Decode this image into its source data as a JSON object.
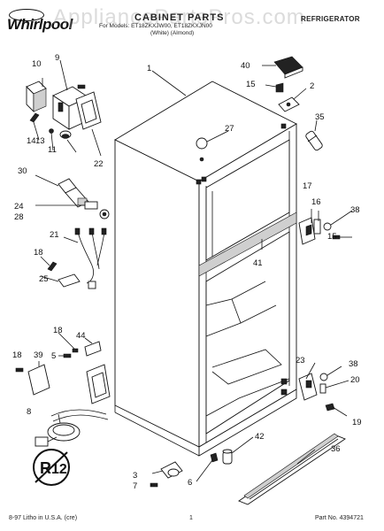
{
  "header": {
    "brand_logo": "Whirlpool",
    "watermark": "AppliancePartsPros.com",
    "title": "CABINET PARTS",
    "subtitle": "For Models: ET18ZKXJW00, ET18ZKXJN00",
    "variants": "(White)     (Almond)",
    "category": "REFRIGERATOR"
  },
  "callouts": [
    "1",
    "2",
    "3",
    "5",
    "6",
    "7",
    "8",
    "9",
    "10",
    "11",
    "13",
    "14",
    "15",
    "15",
    "16",
    "17",
    "18",
    "18",
    "18",
    "19",
    "20",
    "21",
    "22",
    "23",
    "24",
    "25",
    "27",
    "28",
    "30",
    "35",
    "36",
    "38",
    "38",
    "39",
    "40",
    "41",
    "42",
    "44"
  ],
  "footer": {
    "left": "8-97 Litho in U.S.A. (cre)",
    "page": "1",
    "right": "Part No. 4394721"
  }
}
